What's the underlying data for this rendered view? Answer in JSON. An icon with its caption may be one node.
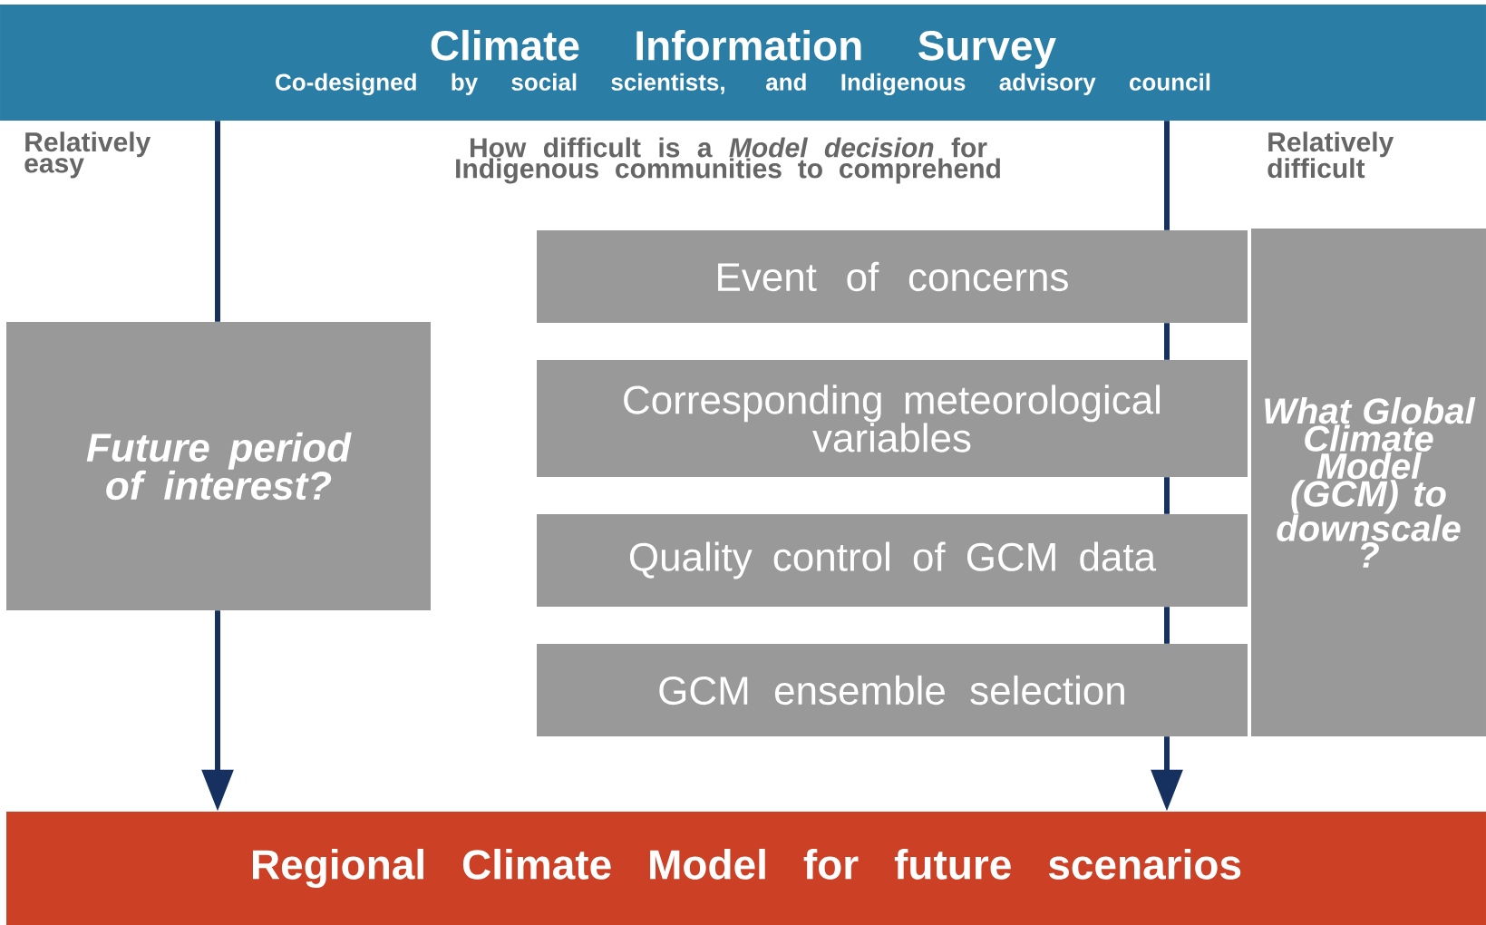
{
  "diagram": {
    "nodes": [
      {
        "text": [
          "Climate Information Survey",
          "Co-designed by social scientists, and Indigenous advisory council"
        ]
      },
      {
        "text": [
          "Future period of interest?"
        ]
      },
      {
        "text": [
          "Event of concerns"
        ]
      },
      {
        "text": [
          "Corresponding meteorological variables"
        ]
      },
      {
        "text": [
          "Quality control of GCM data"
        ]
      },
      {
        "text": [
          "GCM ensemble selection"
        ]
      },
      {
        "text": [
          "What Global Climate Model (GCM) to downscale ?"
        ]
      },
      {
        "text": [
          "Regional Climate Model for future scenarios"
        ]
      }
    ],
    "edges": [
      {
        "from": 0,
        "to": 1,
        "arrow": "none"
      },
      {
        "from": 1,
        "to": 7,
        "arrow": "to"
      },
      {
        "from": 0,
        "to": 2,
        "arrow": "none"
      },
      {
        "from": 2,
        "to": 3,
        "arrow": "none"
      },
      {
        "from": 3,
        "to": 4,
        "arrow": "none"
      },
      {
        "from": 4,
        "to": 5,
        "arrow": "none"
      },
      {
        "from": 5,
        "to": 7,
        "arrow": "to"
      }
    ],
    "labels": [
      "Relatively easy",
      "How difficult is a *Model decision* for Indigenous communities to comprehend",
      "Relatively difficult"
    ]
  }
}
